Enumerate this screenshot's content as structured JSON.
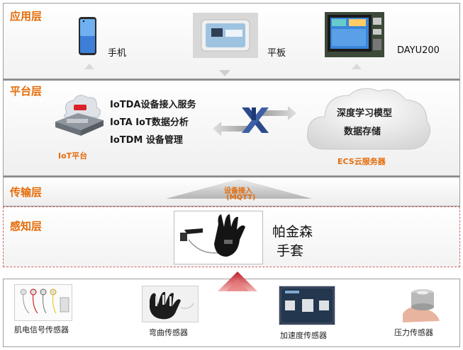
{
  "layers": {
    "app": "应用层",
    "platform": "平台层",
    "transport": "传输层",
    "sensing": "感知层"
  },
  "app_devices": [
    {
      "name": "手机",
      "icon": "smartphone-icon"
    },
    {
      "name": "平板",
      "icon": "tablet-icon"
    },
    {
      "name": "DAYU200",
      "icon": "dev-board-icon"
    }
  ],
  "platform": {
    "iot_label": "IoT平台",
    "services": [
      "IoTDA设备接入服务",
      "IoTA IoT数据分析",
      "IoTDM 设备管理"
    ],
    "cloud_lines": [
      "深度学习模型",
      "数据存储"
    ],
    "ecs_label": "ECS云服务器"
  },
  "transport": {
    "line1": "设备接入",
    "line2": "(MQTT)"
  },
  "sensing": {
    "glove_lines": [
      "帕金森",
      "手套"
    ]
  },
  "sensors": [
    {
      "name": "肌电信号传感器",
      "icon": "emg-electrode-icon"
    },
    {
      "name": "弯曲传感器",
      "icon": "flex-glove-icon"
    },
    {
      "name": "加速度传感器",
      "icon": "accelerometer-icon"
    },
    {
      "name": "压力传感器",
      "icon": "pressure-sensor-icon"
    }
  ],
  "colors": {
    "layer_title": "#e46c0a",
    "arrow_red": "#c0202a",
    "huawei_blue": "#2b4a8a"
  }
}
